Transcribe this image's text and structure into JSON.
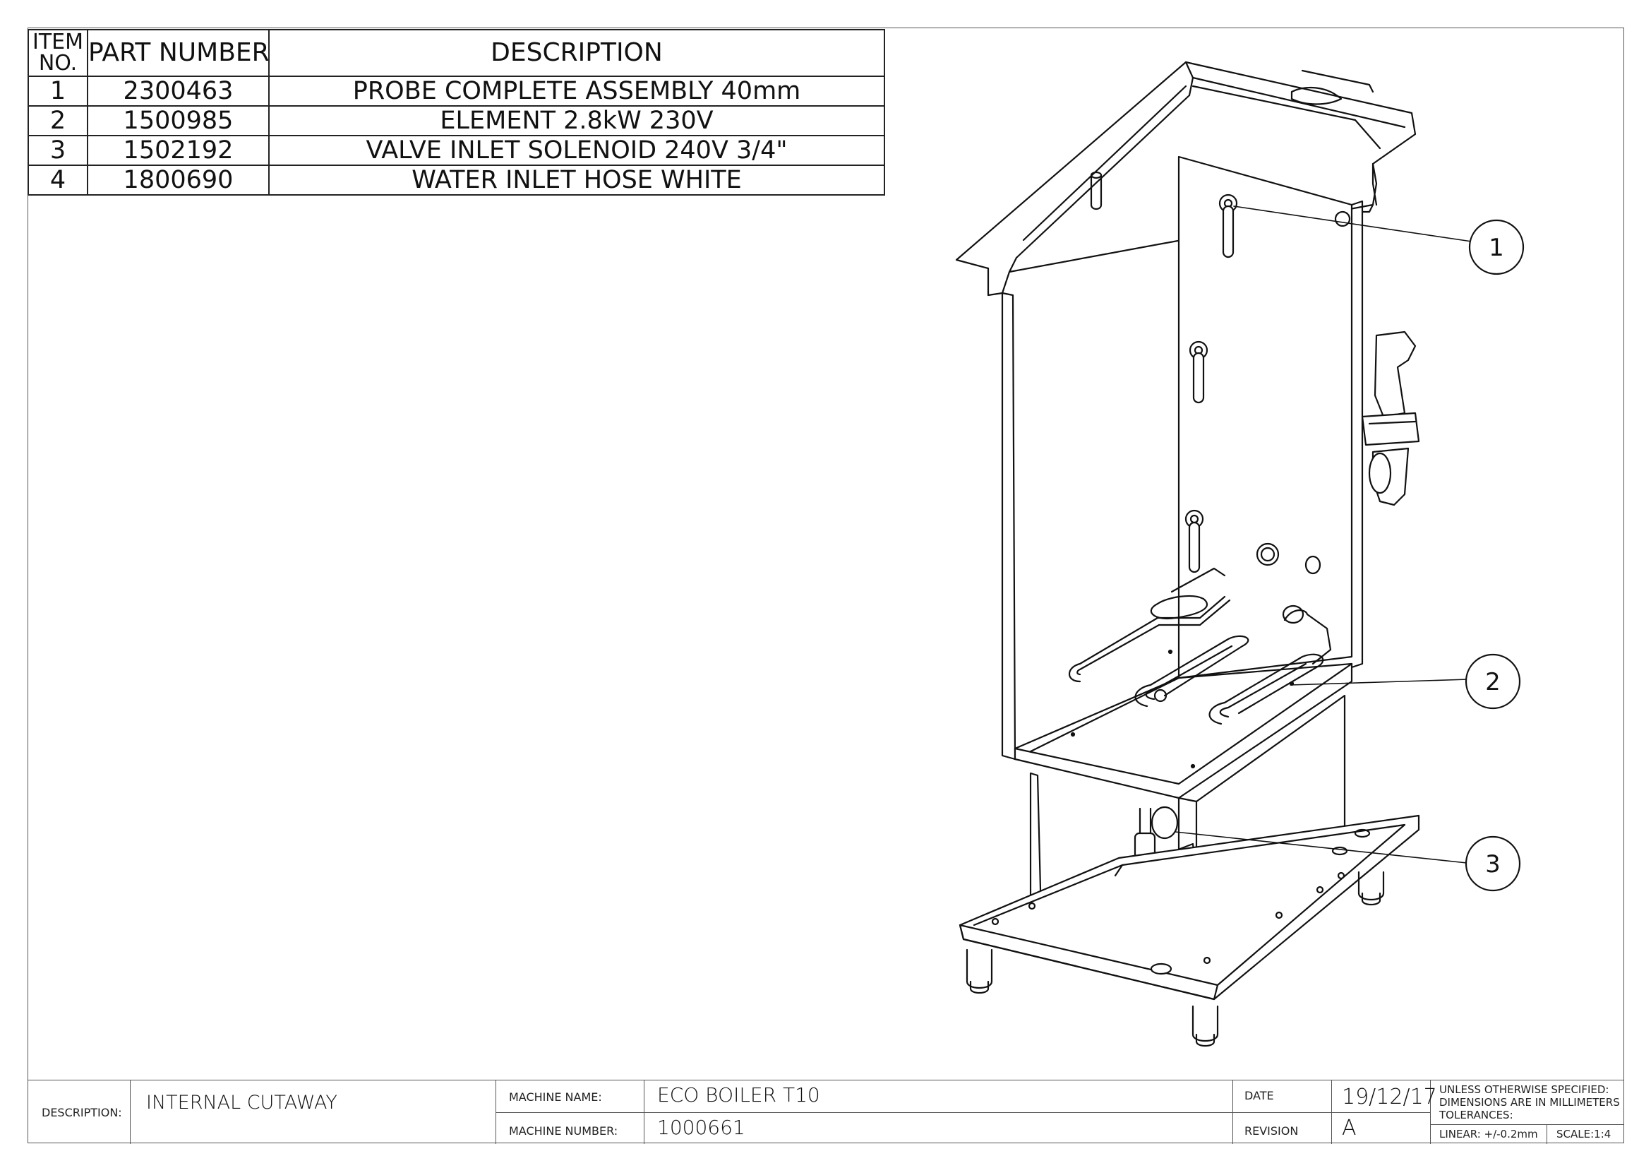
{
  "bom": {
    "headers": {
      "item_line1": "ITEM",
      "item_line2": "NO.",
      "part": "PART NUMBER",
      "description": "DESCRIPTION"
    },
    "rows": [
      {
        "item": "1",
        "part": "2300463",
        "description": "PROBE COMPLETE ASSEMBLY 40mm"
      },
      {
        "item": "2",
        "part": "1500985",
        "description": "ELEMENT 2.8kW 230V"
      },
      {
        "item": "3",
        "part": "1502192",
        "description": "VALVE INLET SOLENOID 240V 3/4\""
      },
      {
        "item": "4",
        "part": "1800690",
        "description": "WATER INLET HOSE WHITE"
      }
    ]
  },
  "balloons": [
    "1",
    "2",
    "3"
  ],
  "title_block": {
    "description_label": "DESCRIPTION:",
    "description_value": "INTERNAL CUTAWAY",
    "machine_name_label": "MACHINE NAME:",
    "machine_name_value": "ECO BOILER T10",
    "machine_number_label": "MACHINE NUMBER:",
    "machine_number_value": "1000661",
    "date_label": "DATE",
    "date_value": "19/12/17",
    "revision_label": "REVISION",
    "revision_value": "A",
    "spec_line1": "UNLESS OTHERWISE SPECIFIED:",
    "spec_line2": "DIMENSIONS ARE IN MILLIMETERS",
    "spec_line3": "TOLERANCES:",
    "linear": "LINEAR: +/-0.2mm",
    "scale": "SCALE:1:4"
  }
}
